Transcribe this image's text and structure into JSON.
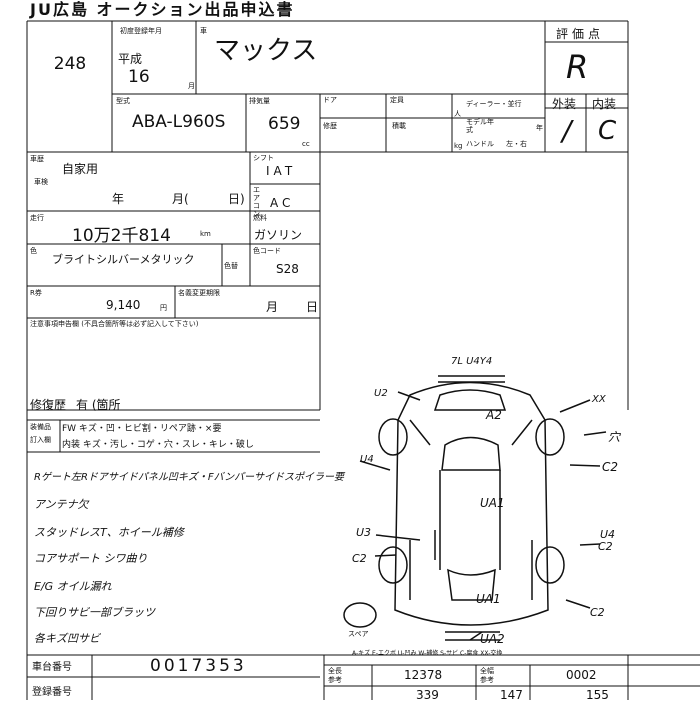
{
  "header": {
    "text": "JU広島 オークション出品申込書"
  },
  "lot": {
    "number": "248"
  },
  "registration": {
    "label": "初度登録年月",
    "era": "平成",
    "year": "16",
    "month_unit": "月"
  },
  "car_name": {
    "label": "車",
    "value": "マックス"
  },
  "grade": {
    "label": "評価点",
    "value": "R"
  },
  "model": {
    "label": "型式",
    "value": "ABA-L960S"
  },
  "displacement": {
    "label": "排気量",
    "value": "659",
    "unit": "cc"
  },
  "door_label": "ドア",
  "capacity_label": "定員",
  "person_unit": "人",
  "dealer_label": "ディーラー・並行",
  "model_year_label": "モデル年式",
  "year_unit": "年",
  "repair_label": "修歴",
  "loading_label": "積載",
  "kg_unit": "kg",
  "handle": {
    "label": "ハンドル",
    "value": "左・右"
  },
  "exterior": {
    "label": "外装",
    "value": "/"
  },
  "interior": {
    "label": "内装",
    "value": "C"
  },
  "usage": {
    "label": "車歴",
    "value": "自家用"
  },
  "inspection": {
    "label": "車検",
    "year": "年",
    "month": "月(",
    "day": "日)"
  },
  "shift": {
    "label": "シフト",
    "value": "IAT"
  },
  "ac": {
    "label": "エアコン",
    "value": "AC"
  },
  "mileage": {
    "label": "走行",
    "value": "10万2千814",
    "unit": "km"
  },
  "fuel": {
    "label": "燃料",
    "value": "ガソリン"
  },
  "color": {
    "label": "色",
    "value": "ブライトシルバーメタリック",
    "sub_label": "色替",
    "code_label": "色コード",
    "code": "S28"
  },
  "recycle": {
    "label": "R券",
    "value": "9,140",
    "unit": "円",
    "deadline_label": "名義変更期限",
    "month": "月",
    "day": "日"
  },
  "notes_label": "注意事項申告欄 (不具合箇所等は必ず記入して下さい)",
  "repair_history": {
    "label": "修復歴",
    "value": "有 (箇所"
  },
  "equipment": {
    "labels": [
      "装備品",
      "訂入欄"
    ],
    "line1": "FW キズ・凹・ヒビ割・リペア跡・×要",
    "line2": "内装 キズ・汚し・コゲ・穴・スレ・キレ・破し"
  },
  "handwritten_notes": [
    "Rゲート左Rドアサイドパネル凹キズ・Fバンパーサイドスポイラー要",
    "アンテナ欠",
    "スタッドレスT、ホイール補修",
    "コアサポート シワ曲り",
    "E/G オイル漏れ",
    "下回りサビ一部ブラッツ",
    "各キズ凹サビ"
  ],
  "diagram_marks": [
    "7L U4Y4",
    "U2",
    "XX",
    "A2",
    "穴",
    "C2",
    "U4",
    "UA1",
    "U3",
    "U4",
    "C2",
    "C2",
    "UA1",
    "C2",
    "UA2",
    "スペア"
  ],
  "legend": "A-キズ E-エクボ U-凹み W-補修 S-サビ C-腐食 XX-交換",
  "car_number": {
    "label": "車台番号",
    "value": "0017353"
  },
  "reg_number_label": "登録番号",
  "dims": [
    {
      "label": "全長",
      "sub": "参考",
      "value": "12378"
    },
    {
      "label": "全幅",
      "sub": "参考",
      "value": "0002"
    },
    {
      "label": "",
      "sub": "",
      "value": "339"
    },
    {
      "label": "",
      "sub": "",
      "value": "147"
    },
    {
      "label": "",
      "sub": "",
      "value": "155"
    }
  ]
}
